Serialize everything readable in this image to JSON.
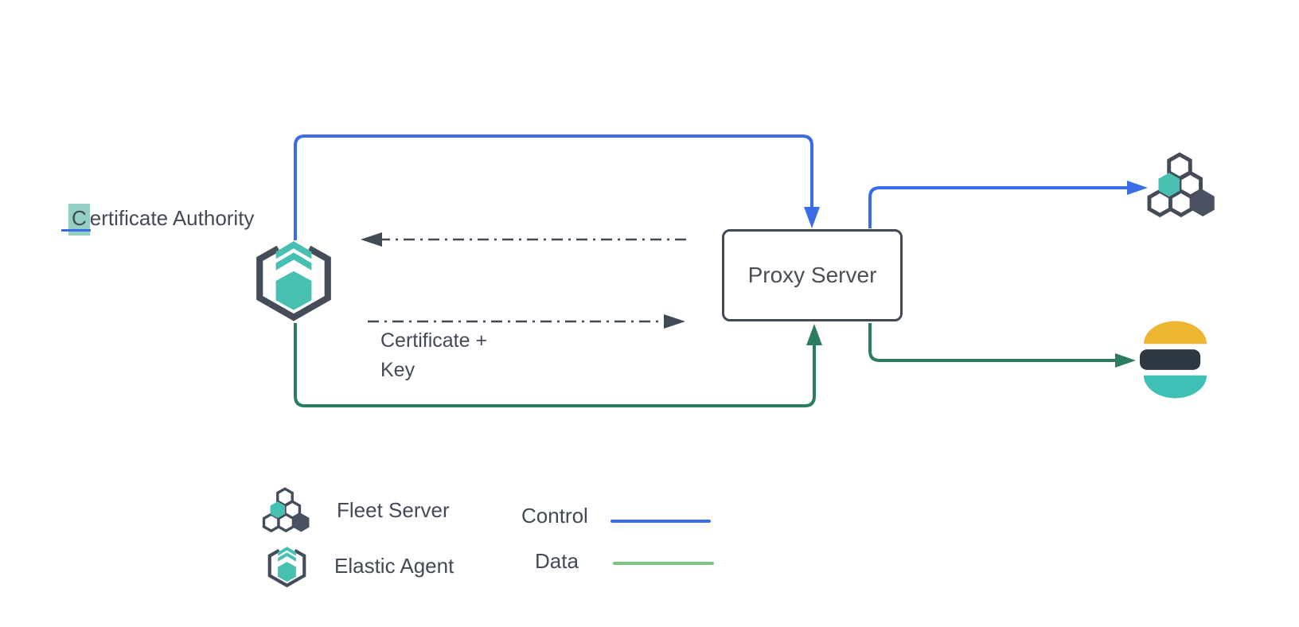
{
  "nodes": {
    "certificate_authority": {
      "full_label": "Certificate Authority",
      "highlight_char": "C",
      "label_rest": "ertificate Authority"
    },
    "elastic_agent": {
      "icon": "elastic-agent-icon"
    },
    "proxy_server": {
      "label": "Proxy Server"
    },
    "fleet_server": {
      "icon": "fleet-server-icon"
    },
    "elasticsearch": {
      "icon": "elasticsearch-icon"
    }
  },
  "annotations": {
    "certificate_key": {
      "line1": "Certificate +",
      "line2": "Key"
    }
  },
  "legend": {
    "icons": [
      {
        "icon": "fleet-server-icon",
        "label": "Fleet Server"
      },
      {
        "icon": "elastic-agent-icon",
        "label": "Elastic Agent"
      }
    ],
    "flows": [
      {
        "label": "Control",
        "color": "#3d6ce8"
      },
      {
        "label": "Data",
        "color": "#7cc482"
      }
    ]
  },
  "colors": {
    "control_blue": "#3a6ce8",
    "data_green_dark": "#2c7c62",
    "data_green_light": "#7cc482",
    "teal": "#47c0b1",
    "outline_slate": "#414a56",
    "fleet_dark_hex": "#4a5160",
    "es_yellow": "#eeb631",
    "es_dark": "#2d3843",
    "es_teal": "#3fc0b4",
    "selection_highlight": "#93cfc3"
  }
}
